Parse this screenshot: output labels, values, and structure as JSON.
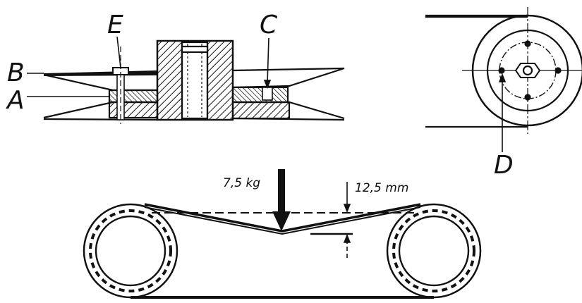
{
  "labels": {
    "a": "A",
    "b": "B",
    "c": "C",
    "d": "D",
    "e": "E"
  },
  "dimensions": {
    "load": "7,5 kg",
    "deflection": "12,5 mm"
  },
  "colors": {
    "ink": "#111111",
    "paper": "#ffffff"
  }
}
